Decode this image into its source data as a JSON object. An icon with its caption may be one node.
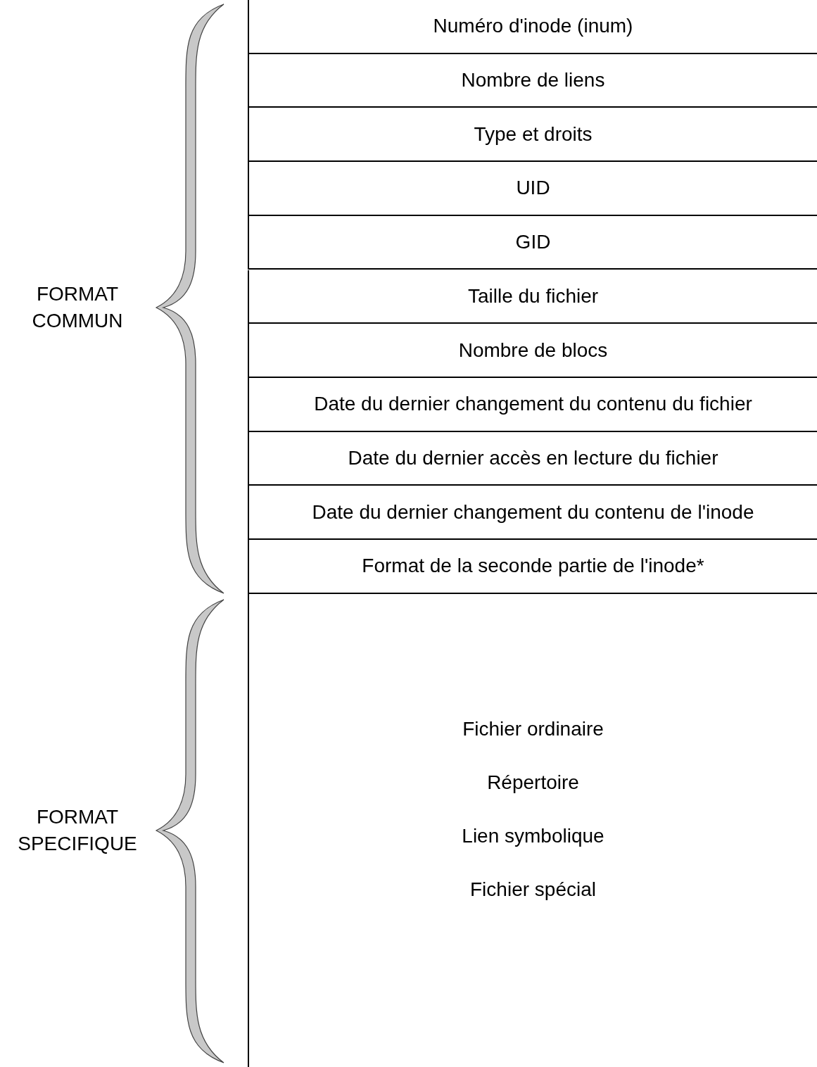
{
  "diagram": {
    "nodes": [
      {
        "text": [
          "Numéro d'inode (inum)"
        ]
      },
      {
        "text": [
          "Nombre de liens"
        ]
      },
      {
        "text": [
          "Type et droits"
        ]
      },
      {
        "text": [
          "UID"
        ]
      },
      {
        "text": [
          "GID"
        ]
      },
      {
        "text": [
          "Taille du fichier"
        ]
      },
      {
        "text": [
          "Nombre de blocs"
        ]
      },
      {
        "text": [
          "Date du dernier changement du contenu du fichier"
        ]
      },
      {
        "text": [
          "Date du dernier accès en lecture du fichier"
        ]
      },
      {
        "text": [
          "Date du dernier changement du contenu de l'inode"
        ]
      },
      {
        "text": [
          "Format de la seconde partie de l'inode*"
        ]
      },
      {
        "text": [
          "Fichier ordinaire",
          "Répertoire",
          "Lien symbolique",
          "Fichier spécial"
        ]
      }
    ],
    "edges": [],
    "labels": [
      "FORMAT COMMUN",
      "FORMAT SPECIFIQUE"
    ]
  }
}
